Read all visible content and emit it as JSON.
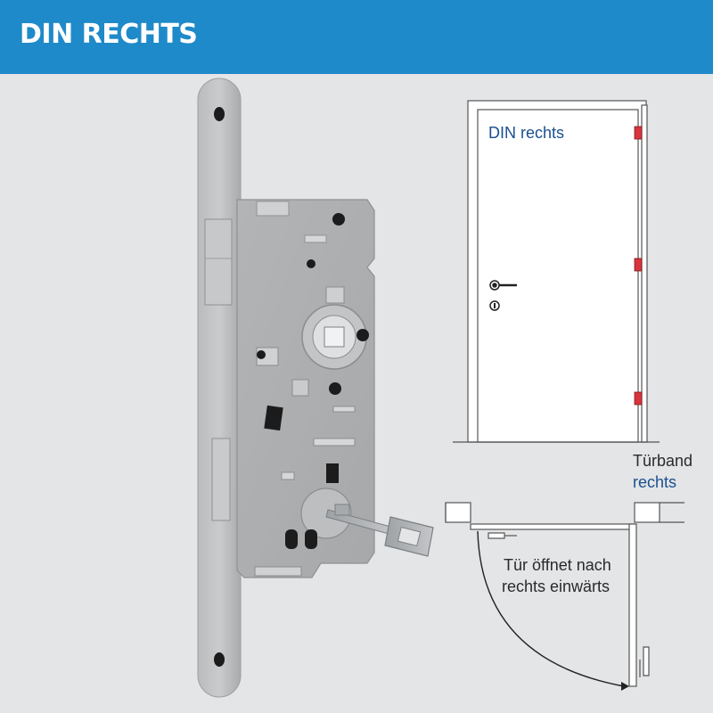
{
  "header": {
    "title": "DIN RECHTS",
    "background": "#1f8ac9"
  },
  "door_diagram": {
    "door_label": "DIN rechts",
    "hinge_label_line1": "Türband",
    "hinge_label_line2": "rechts",
    "swing_label_line1": "Tür öffnet nach",
    "swing_label_line2": "rechts einwärts",
    "hinge_color": "#d9343c",
    "label_color": "#1a4f8f"
  },
  "product": {
    "image_name": "mortise-lock-with-key",
    "metal_color": "#b4b6b8"
  }
}
